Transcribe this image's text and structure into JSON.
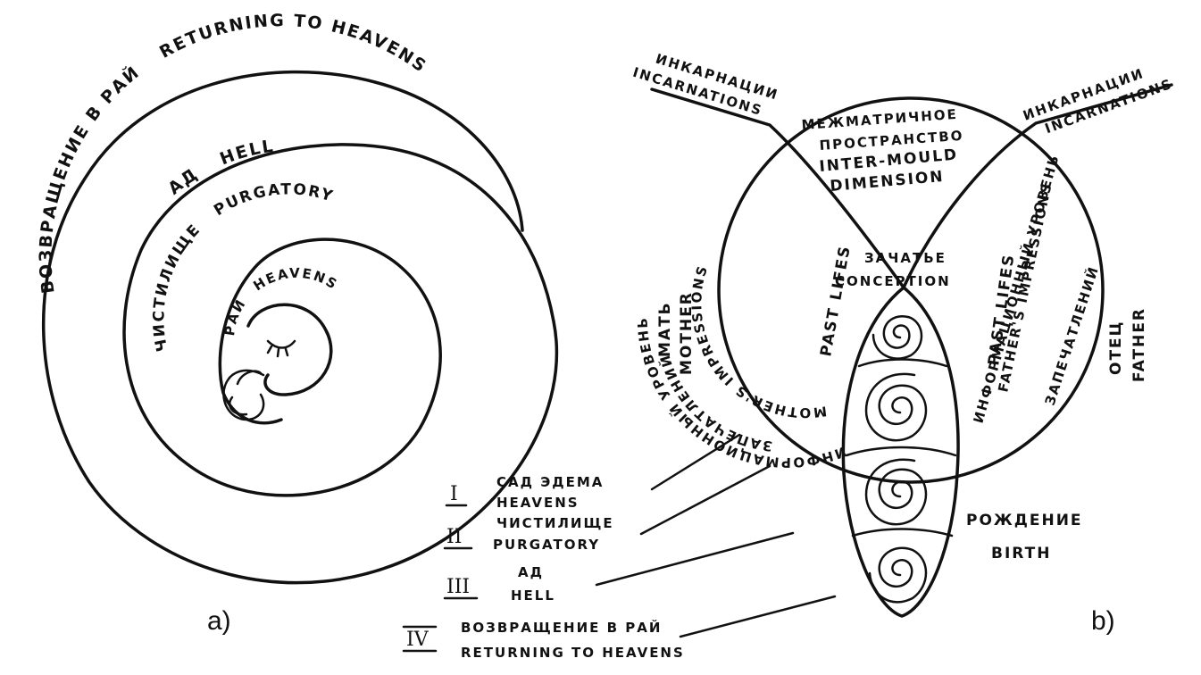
{
  "panel_a": {
    "label": "a)",
    "returning_ru": "ВОЗВРАЩЕНИЕ В РАЙ",
    "returning_en": "RETURNING TO HEAVENS",
    "hell_ru": "АД",
    "hell_en": "HELL",
    "purgatory_ru": "ЧИСТИЛИЩЕ",
    "purgatory_en": "PURGATORY",
    "heavens_ru": "РАЙ",
    "heavens_en": "HEAVENS"
  },
  "panel_b": {
    "label": "b)",
    "incarnations_ru": "ИНКАРНАЦИИ",
    "incarnations_en": "INCARNATIONS",
    "inter_ru_1": "МЕЖМАТРИЧНОЕ",
    "inter_ru_2": "ПРОСТРАНСТВО",
    "inter_en_1": "INTER-MOULD",
    "inter_en_2": "DIMENSION",
    "conception_ru": "ЗАЧАТЬЕ",
    "conception_en": "CONCEPTION",
    "mother_ru": "МАТЬ",
    "mother_en": "MOTHER",
    "father_ru": "ОТЕЦ",
    "father_en": "FATHER",
    "mother_info_1": "ИНФОРМАЦИОННЫЙ УРОВЕНЬ",
    "mother_info_2": "ЗАПЕЧАТЛЕНИЙ",
    "mother_impressions": "MOTHER'S IMPRESSIONS",
    "past_lives_mother": "PAST LIFES",
    "past_lives_father": "PAST LIFES",
    "father_impressions": "FATHER'S IMPRESSIONS",
    "father_info_1": "ИНФОРМАЦИОННЫЙ УРОВЕНЬ",
    "father_info_2": "ЗАПЕЧАТЛЕНИЙ",
    "birth_ru": "РОЖДЕНИЕ",
    "birth_en": "BIRTH"
  },
  "legend": [
    {
      "numeral": "I",
      "ru": "САД ЭДЕМА",
      "en": "HEAVENS"
    },
    {
      "numeral": "II",
      "ru": "ЧИСТИЛИЩЕ",
      "en": "PURGATORY"
    },
    {
      "numeral": "III",
      "ru": "АД",
      "en": "HELL"
    },
    {
      "numeral": "IV",
      "ru": "ВОЗВРАЩЕНИЕ В РАЙ",
      "en": "RETURNING TO HEAVENS"
    }
  ]
}
